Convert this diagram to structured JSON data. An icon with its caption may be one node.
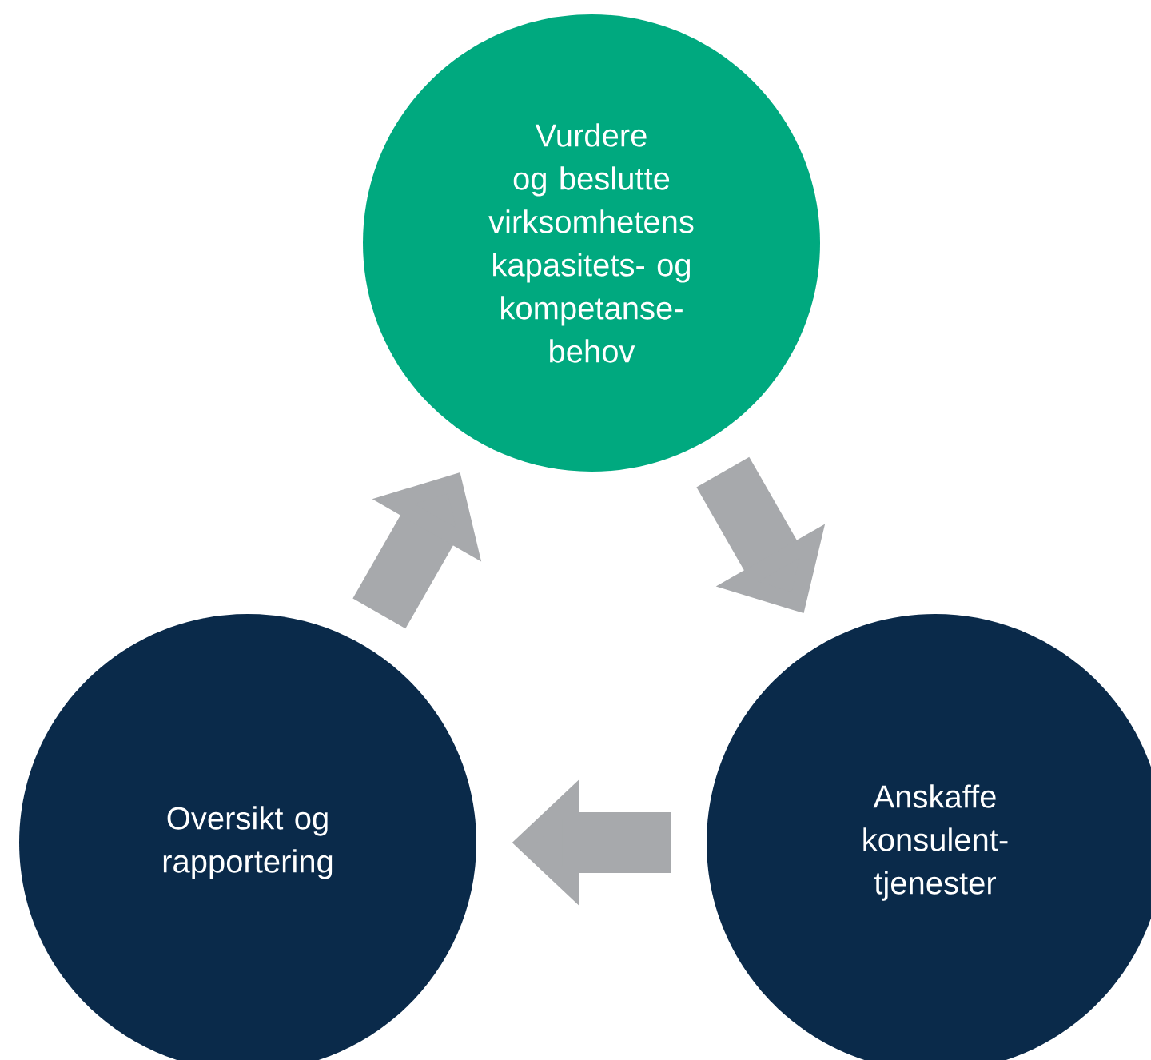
{
  "diagram": {
    "nodes": [
      {
        "text": [
          "Vurdere og beslutte virksomhetens kapasitets- og kompetanse- behov"
        ]
      },
      {
        "text": [
          "Oversikt og rapportering"
        ]
      },
      {
        "text": [
          "Anskaffe konsulent- tjenester"
        ]
      }
    ],
    "edges": [
      {
        "from": 0,
        "to": 2,
        "arrow": "to"
      },
      {
        "from": 2,
        "to": 1,
        "arrow": "to"
      },
      {
        "from": 1,
        "to": 0,
        "arrow": "to"
      }
    ]
  }
}
